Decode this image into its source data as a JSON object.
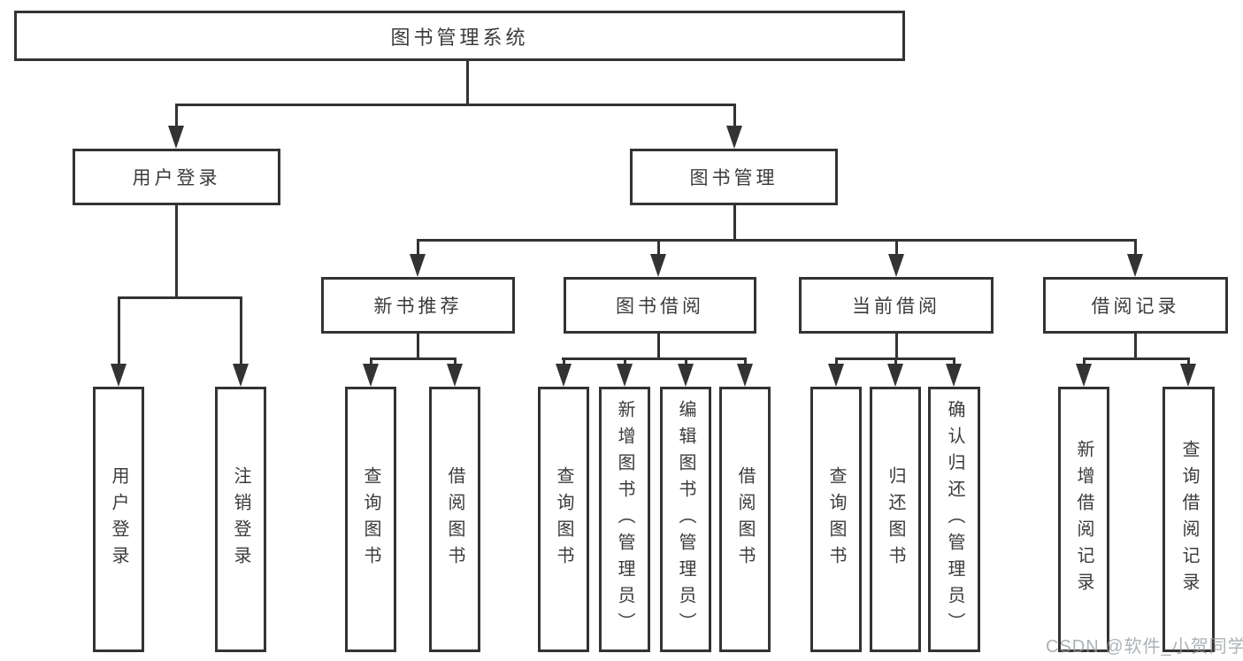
{
  "nodes": {
    "root": "图书管理系统",
    "user_login": "用户登录",
    "book_management": "图书管理",
    "new_book_recommend": "新书推荐",
    "book_borrowing": "图书借阅",
    "current_borrowing": "当前借阅",
    "borrowing_records": "借阅记录",
    "leaf_user_login": "用户登录",
    "leaf_logout_login": "注销登录",
    "leaf_query_books_a": "查询图书",
    "leaf_borrow_books_a": "借阅图书",
    "leaf_query_books_b": "查询图书",
    "leaf_add_books_admin": "新增图书（管理员）",
    "leaf_edit_books_admin": "编辑图书（管理员）",
    "leaf_borrow_books_b": "借阅图书",
    "leaf_query_books_c": "查询图书",
    "leaf_return_books": "归还图书",
    "leaf_confirm_return_admin": "确认归还（管理员）",
    "leaf_add_borrow_record": "新增借阅记录",
    "leaf_query_borrow_record": "查询借阅记录"
  },
  "watermark": "CSDN @软件_小贺同学",
  "colors": {
    "line": "#333333",
    "text": "#3b3b3b",
    "background": "#ffffff",
    "watermark": "#c3c6c9"
  }
}
